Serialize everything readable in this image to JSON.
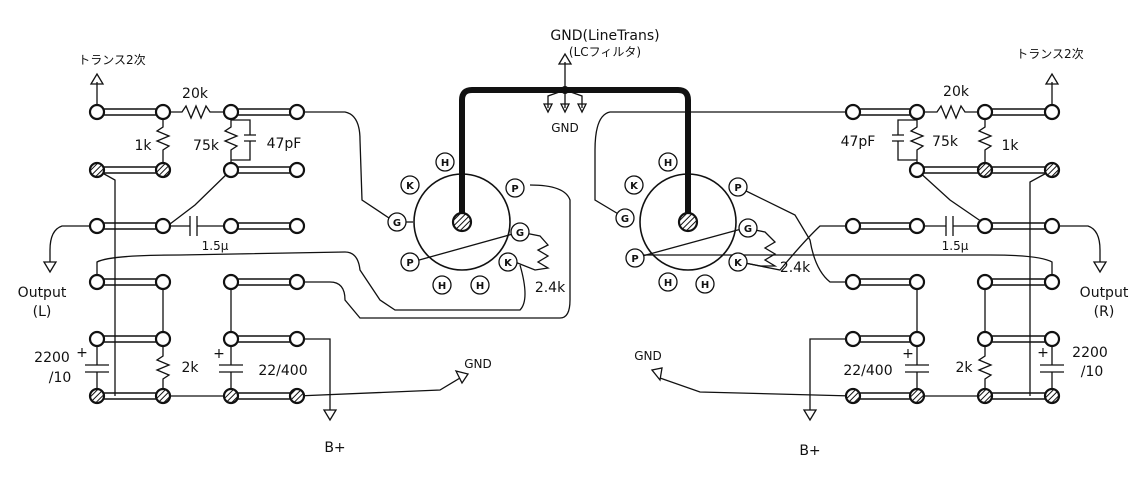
{
  "labels": {
    "gnd_top": "GND(LineTrans)",
    "gnd_top_sub": "(LCフィルタ)",
    "gnd_center": "GND",
    "left": {
      "trans": "トランス2次",
      "r20k": "20k",
      "r1k": "1k",
      "r75k": "75k",
      "c47pf": "47pF",
      "c15u": "1.5μ",
      "output": "Output",
      "output_ch": "(L)",
      "c2200": "2200",
      "c2200_v": "/10",
      "r2k": "2k",
      "c22": "22/400",
      "gnd": "GND",
      "bplus": "B+",
      "r24k": "2.4k"
    },
    "right": {
      "trans": "トランス2次",
      "r20k": "20k",
      "r1k": "1k",
      "r75k": "75k",
      "c47pf": "47pF",
      "c15u": "1.5μ",
      "output": "Output",
      "output_ch": "(R)",
      "c2200": "2200",
      "c2200_v": "/10",
      "r2k": "2k",
      "c22": "22/400",
      "gnd": "GND",
      "bplus": "B+",
      "r24k": "2.4k"
    },
    "pins": {
      "h": "H",
      "k": "K",
      "g": "G",
      "p": "P"
    }
  }
}
